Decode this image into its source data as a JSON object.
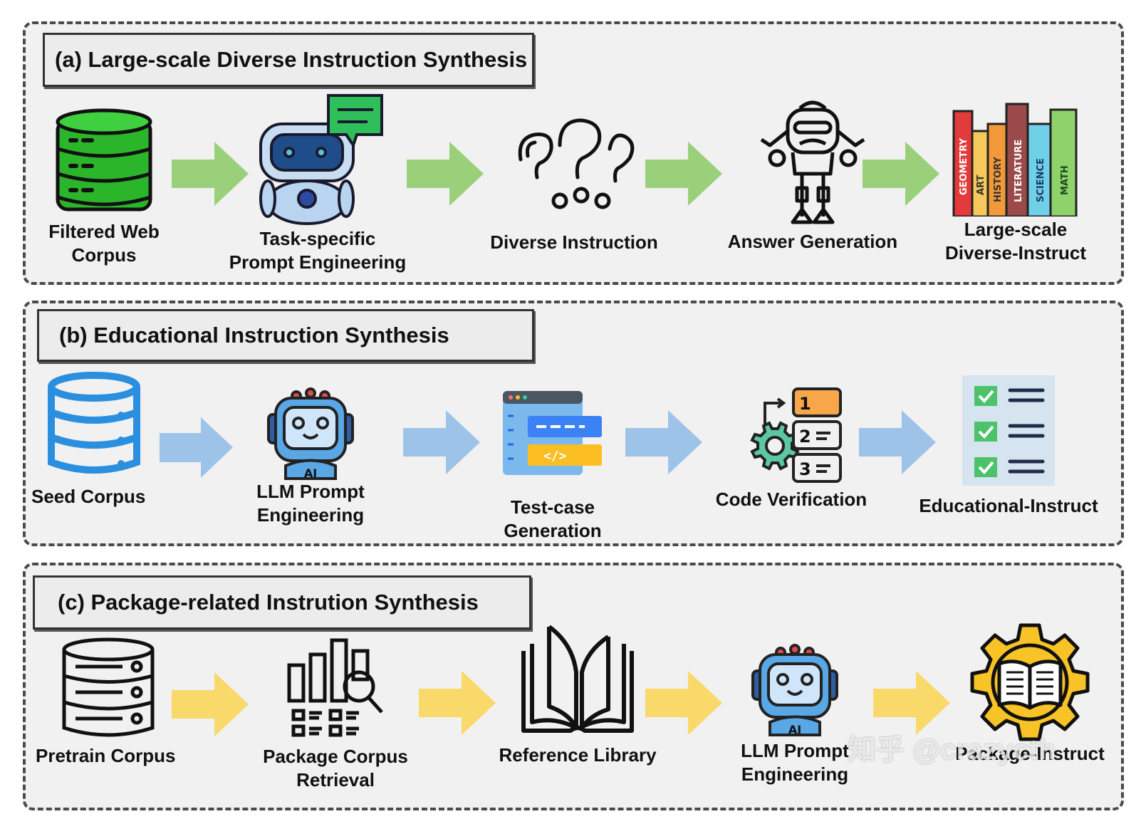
{
  "sections": [
    {
      "title": "(a) Large-scale Diverse Instruction Synthesis",
      "arrow_color": "#9bd07a",
      "nodes": [
        {
          "icon": "green-database-icon",
          "label": "Filtered Web\nCorpus"
        },
        {
          "icon": "robot-chat-icon",
          "label": "Task-specific\nPrompt Engineering"
        },
        {
          "icon": "question-marks-icon",
          "label": "Diverse Instruction"
        },
        {
          "icon": "robot-icon",
          "label": "Answer Generation"
        },
        {
          "icon": "books-icon",
          "label": "Large-scale\nDiverse-Instruct",
          "book_spines": [
            "GEOMETRY",
            "ART",
            "HISTORY",
            "LITERATURE",
            "SCIENCE",
            "MATH"
          ]
        }
      ]
    },
    {
      "title": "(b) Educational Instruction Synthesis",
      "arrow_color": "#9ec3e8",
      "nodes": [
        {
          "icon": "blue-database-icon",
          "label": "Seed Corpus"
        },
        {
          "icon": "ai-robot-icon",
          "label": "LLM Prompt\nEngineering",
          "badge": "AI"
        },
        {
          "icon": "code-window-icon",
          "label": "Test-case Generation",
          "code_tag": "</>"
        },
        {
          "icon": "gear-checklist-icon",
          "label": "Code Verification",
          "numbers": [
            "1",
            "2",
            "3"
          ]
        },
        {
          "icon": "checklist-icon",
          "label": "Educational-Instruct"
        }
      ]
    },
    {
      "title": "(c) Package-related Instrution Synthesis",
      "arrow_color": "#f8d96a",
      "nodes": [
        {
          "icon": "server-icon",
          "label": "Pretrain Corpus"
        },
        {
          "icon": "chart-search-icon",
          "label": "Package Corpus\nRetrieval"
        },
        {
          "icon": "open-book-icon",
          "label": "Reference Library"
        },
        {
          "icon": "ai-robot-icon",
          "label": "LLM Prompt\nEngineering",
          "badge": "AI"
        },
        {
          "icon": "gear-book-icon",
          "label": "Package-Instruct"
        }
      ]
    }
  ],
  "watermark": "知乎 @crazycth"
}
